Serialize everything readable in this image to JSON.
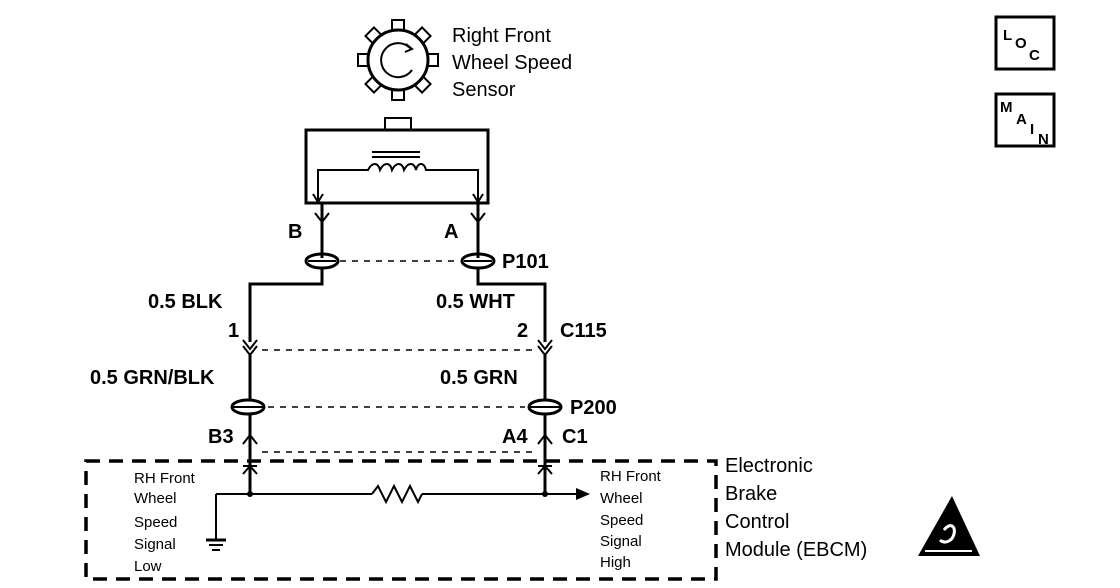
{
  "sensor": {
    "label_lines": [
      "Right Front",
      "Wheel Speed",
      "Sensor"
    ]
  },
  "terminals": {
    "sensor_b": "B",
    "sensor_a": "A"
  },
  "connectors": {
    "p101": "P101",
    "c115": "C115",
    "p200": "P200",
    "c115_pin1": "1",
    "c115_pin2": "2",
    "ebcm_b3": "B3",
    "ebcm_a4": "A4",
    "ebcm_c1": "C1"
  },
  "wires": {
    "left_upper": "0.5 BLK",
    "right_upper": "0.5 WHT",
    "left_lower": "0.5 GRN/BLK",
    "right_lower": "0.5 GRN"
  },
  "module": {
    "name_lines": [
      "Electronic",
      "Brake",
      "Control",
      "Module (EBCM)"
    ],
    "low_signal_lines": [
      "RH Front",
      "Wheel",
      "Speed",
      "Signal",
      "Low"
    ],
    "high_signal_lines": [
      "RH Front",
      "Wheel",
      "Speed",
      "Signal",
      "High"
    ]
  },
  "nav_buttons": {
    "loc": [
      "L",
      "O",
      "C"
    ],
    "main": [
      "M",
      "A",
      "I",
      "N"
    ]
  }
}
